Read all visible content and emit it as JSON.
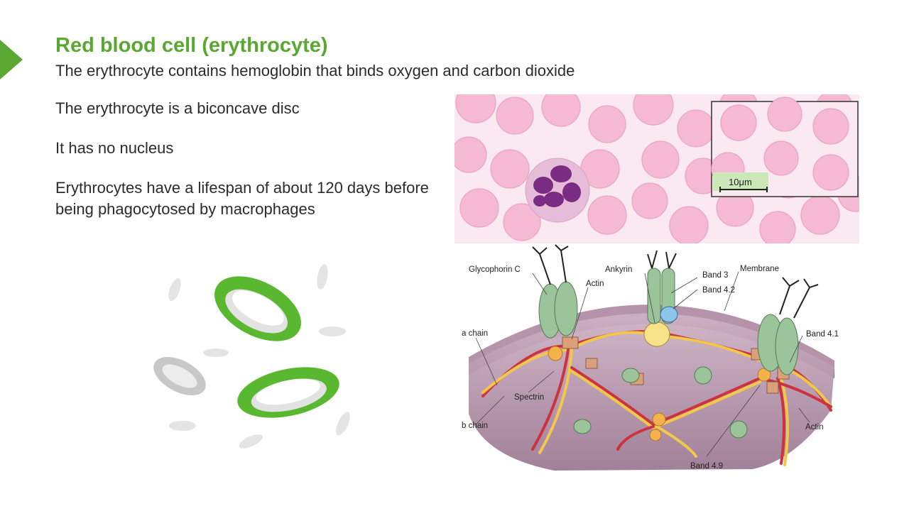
{
  "slide": {
    "title": "Red blood cell (erythrocyte)",
    "subtitle": "The erythrocyte contains hemoglobin that binds oxygen and carbon dioxide",
    "bullets": [
      "The erythrocyte is a biconcave disc",
      "It has no nucleus",
      "Erythrocytes have a lifespan of about 120 days before being phagocytosed by macrophages"
    ]
  },
  "micrograph": {
    "scale_label": "10μm"
  },
  "membrane_diagram": {
    "labels": {
      "glycophorin_c": "Glycophorin C",
      "ankyrin": "Ankyrin",
      "band3": "Band 3",
      "band42": "Band 4.2",
      "membrane": "Membrane",
      "actin_top": "Actin",
      "band41": "Band 4.1",
      "a_chain": "a chain",
      "spectrin": "Spectrin",
      "b_chain": "b chain",
      "actin_bottom": "Actin",
      "band49": "Band 4.9"
    }
  },
  "colors": {
    "accent": "#5aa832",
    "text": "#2b2b2b",
    "rbc_pink": "#f4b6d2",
    "spectrin_red": "#cc3340",
    "spectrin_yellow": "#f2c84b"
  }
}
